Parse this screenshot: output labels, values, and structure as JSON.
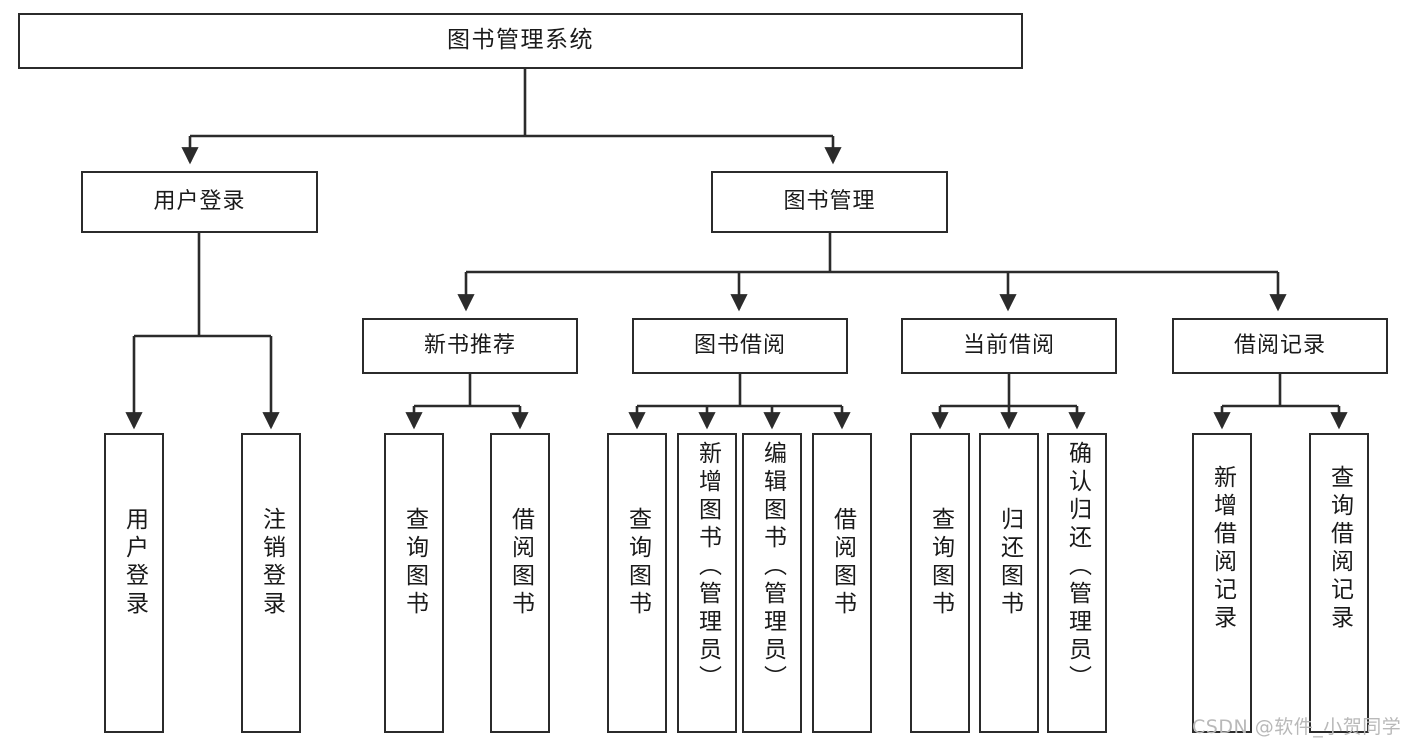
{
  "diagram": {
    "title": "图书管理系统",
    "type": "tree-hierarchy-diagram",
    "stroke_color": "#2b2b2b",
    "background_color": "#ffffff",
    "nodes": {
      "root": {
        "label": "图书管理系统"
      },
      "level2": [
        {
          "label": "用户登录"
        },
        {
          "label": "图书管理"
        }
      ],
      "level3": [
        {
          "label": "新书推荐"
        },
        {
          "label": "图书借阅"
        },
        {
          "label": "当前借阅"
        },
        {
          "label": "借阅记录"
        }
      ],
      "leaves": {
        "user_login": [
          {
            "label": "用户登录"
          },
          {
            "label": "注销登录"
          }
        ],
        "new_book_recommend": [
          {
            "label": "查询图书"
          },
          {
            "label": "借阅图书"
          }
        ],
        "book_borrow": [
          {
            "label": "查询图书"
          },
          {
            "label": "新增图书（管理员）"
          },
          {
            "label": "编辑图书（管理员）"
          },
          {
            "label": "借阅图书"
          }
        ],
        "current_borrow": [
          {
            "label": "查询图书"
          },
          {
            "label": "归还图书"
          },
          {
            "label": "确认归还（管理员）"
          }
        ],
        "borrow_record": [
          {
            "label": "新增借阅记录"
          },
          {
            "label": "查询借阅记录"
          }
        ]
      }
    },
    "watermark": "CSDN @软件_小贺同学"
  }
}
